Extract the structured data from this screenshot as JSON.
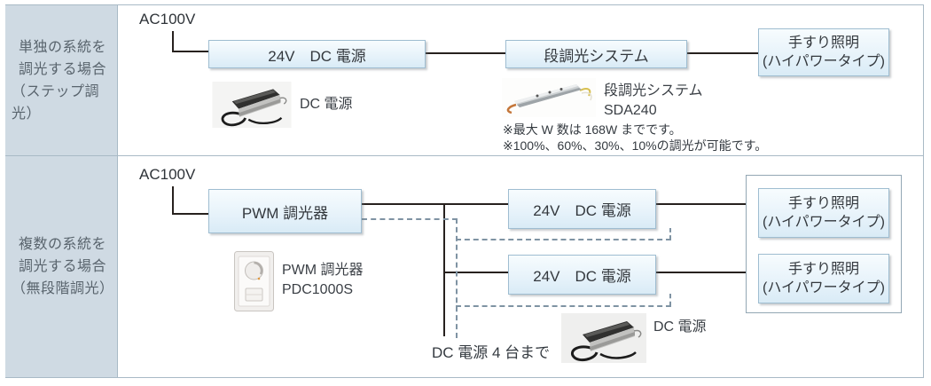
{
  "colors": {
    "sidebar_bg": "#cfdae3",
    "frame_border": "#a9bac6",
    "node_fill_top": "#f7fcfe",
    "node_fill_bottom": "#d9ebf6",
    "node_border": "#9fbdd1",
    "solid_wire": "#27211e",
    "dashed_wire": "#7f93a3",
    "text": "#33383d"
  },
  "sidebar": {
    "row1": {
      "line1": "単独の系統を",
      "line2": "調光する場合",
      "line3": "（ステップ調光）"
    },
    "row2": {
      "line1": "複数の系統を",
      "line2": "調光する場合",
      "line3": "（無段階調光）"
    }
  },
  "top_section": {
    "ac_input": "AC100V",
    "nodes": {
      "dc_power": "24V　DC 電源",
      "step_dimming": "段調光システム",
      "handrail_light_line1": "手すり照明",
      "handrail_light_line2": "(ハイパワータイプ)"
    },
    "captions": {
      "dc_power": "DC 電源",
      "step_dimming_line1": "段調光システム",
      "step_dimming_line2": "SDA240"
    },
    "notes": {
      "note1": "※最大 W 数は 168W までです。",
      "note2": "※100%、60%、30%、10%の調光が可能です。"
    }
  },
  "bottom_section": {
    "ac_input": "AC100V",
    "nodes": {
      "pwm_dimmer": "PWM 調光器",
      "dc_power_1": "24V　DC 電源",
      "dc_power_2": "24V　DC 電源",
      "handrail_light_1_line1": "手すり照明",
      "handrail_light_1_line2": "(ハイパワータイプ)",
      "handrail_light_2_line1": "手すり照明",
      "handrail_light_2_line2": "(ハイパワータイプ)"
    },
    "captions": {
      "pwm_dimmer_line1": "PWM 調光器",
      "pwm_dimmer_line2": "PDC1000S",
      "dc_power": "DC 電源",
      "dc_power_max": "DC 電源 4 台まで"
    }
  }
}
